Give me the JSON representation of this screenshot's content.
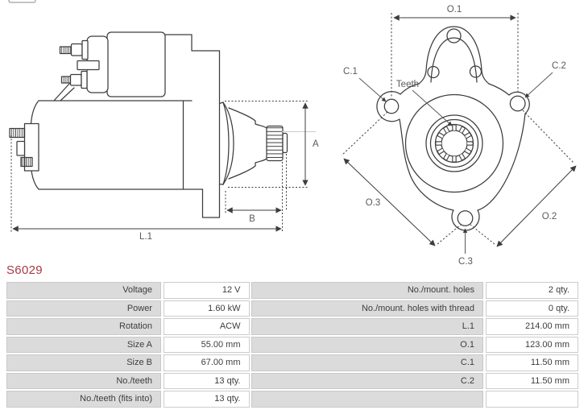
{
  "page": {
    "background": "#ffffff",
    "line_color": "#3d3d3d",
    "label_color": "#5a5a5a"
  },
  "part": {
    "number": "S6029",
    "number_color": "#a63a45"
  },
  "side_view": {
    "labels": {
      "a": "A",
      "b": "B",
      "l1": "L.1"
    }
  },
  "front_view": {
    "labels": {
      "o1": "O.1",
      "o2": "O.2",
      "o3": "O.3",
      "c1": "C.1",
      "c2": "C.2",
      "c3": "C.3",
      "teeth": "Teeth"
    }
  },
  "specs": {
    "rows": [
      {
        "l_label": "Voltage",
        "l_value": "12 V",
        "r_label": "No./mount. holes",
        "r_value": "2 qty."
      },
      {
        "l_label": "Power",
        "l_value": "1.60 kW",
        "r_label": "No./mount. holes with thread",
        "r_value": "0 qty."
      },
      {
        "l_label": "Rotation",
        "l_value": "ACW",
        "r_label": "L.1",
        "r_value": "214.00 mm"
      },
      {
        "l_label": "Size A",
        "l_value": "55.00 mm",
        "r_label": "O.1",
        "r_value": "123.00 mm"
      },
      {
        "l_label": "Size B",
        "l_value": "67.00 mm",
        "r_label": "C.1",
        "r_value": "11.50 mm"
      },
      {
        "l_label": "No./teeth",
        "l_value": "13 qty.",
        "r_label": "C.2",
        "r_value": "11.50 mm"
      },
      {
        "l_label": "No./teeth (fits into)",
        "l_value": "13 qty.",
        "r_label": "",
        "r_value": ""
      }
    ]
  }
}
